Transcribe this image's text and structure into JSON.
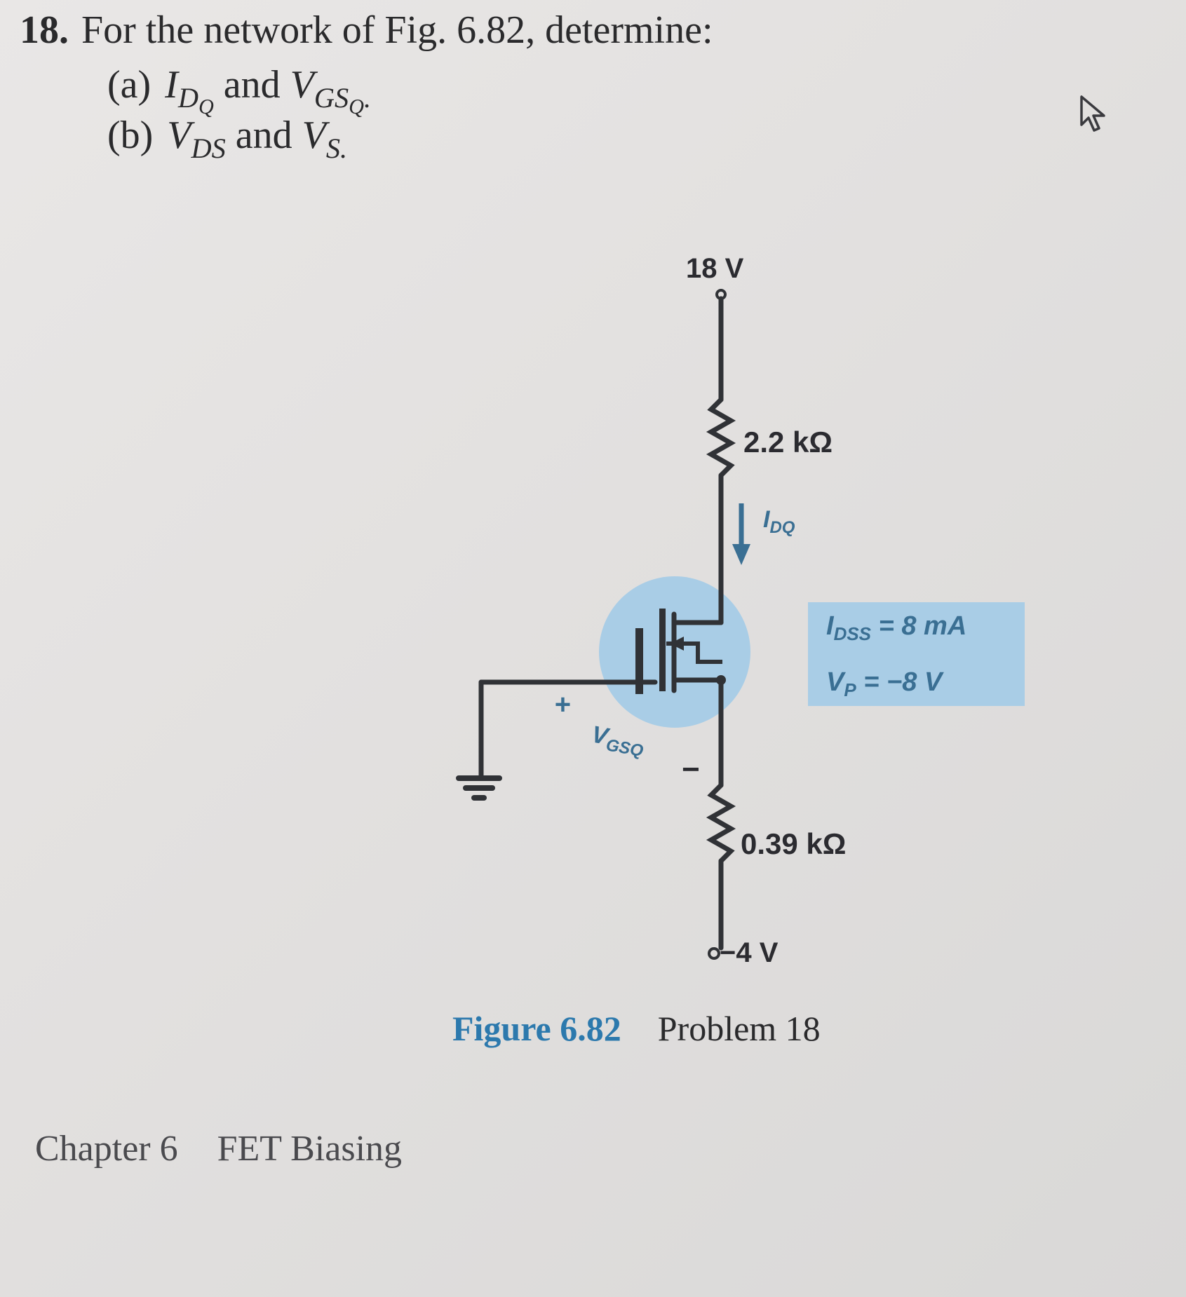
{
  "problem": {
    "number": "18.",
    "prompt": "For the network of Fig. 6.82, determine:",
    "part_a": {
      "letter": "(a)",
      "sym1": "I",
      "sym1_sub": "D",
      "sym1_subsub": "Q",
      "conj": " and ",
      "sym2": "V",
      "sym2_sub": "GS",
      "sym2_subsub": "Q",
      "end": "."
    },
    "part_b": {
      "letter": "(b)",
      "sym1": "V",
      "sym1_sub": "DS",
      "conj": " and ",
      "sym2": "V",
      "sym2_sub": "S",
      "end": "."
    }
  },
  "circuit": {
    "supply_top": "18 V",
    "r_drain": "2.2 kΩ",
    "id_label": "I",
    "id_sub": "DQ",
    "idss": "I",
    "idss_sub": "DSS",
    "idss_value": " = 8 mA",
    "vp": "V",
    "vp_sub": "P",
    "vp_value": " = −8 V",
    "plus": "+",
    "minus": "−",
    "vgs_label": "V",
    "vgs_sub": "GSQ",
    "r_source": "0.39 kΩ",
    "supply_bottom": "−4 V",
    "colors": {
      "highlight": "#a9cde6",
      "blue_label": "#3a6f93",
      "wire": "#303236"
    }
  },
  "caption": {
    "figure_number": "Figure 6.82",
    "text": "Problem 18"
  },
  "chapter": {
    "number": "Chapter 6",
    "title": "FET Biasing"
  },
  "icons": [
    "cursor-icon",
    "ground-icon",
    "jfet-icon",
    "resistor-icon",
    "arrow-down-icon"
  ]
}
